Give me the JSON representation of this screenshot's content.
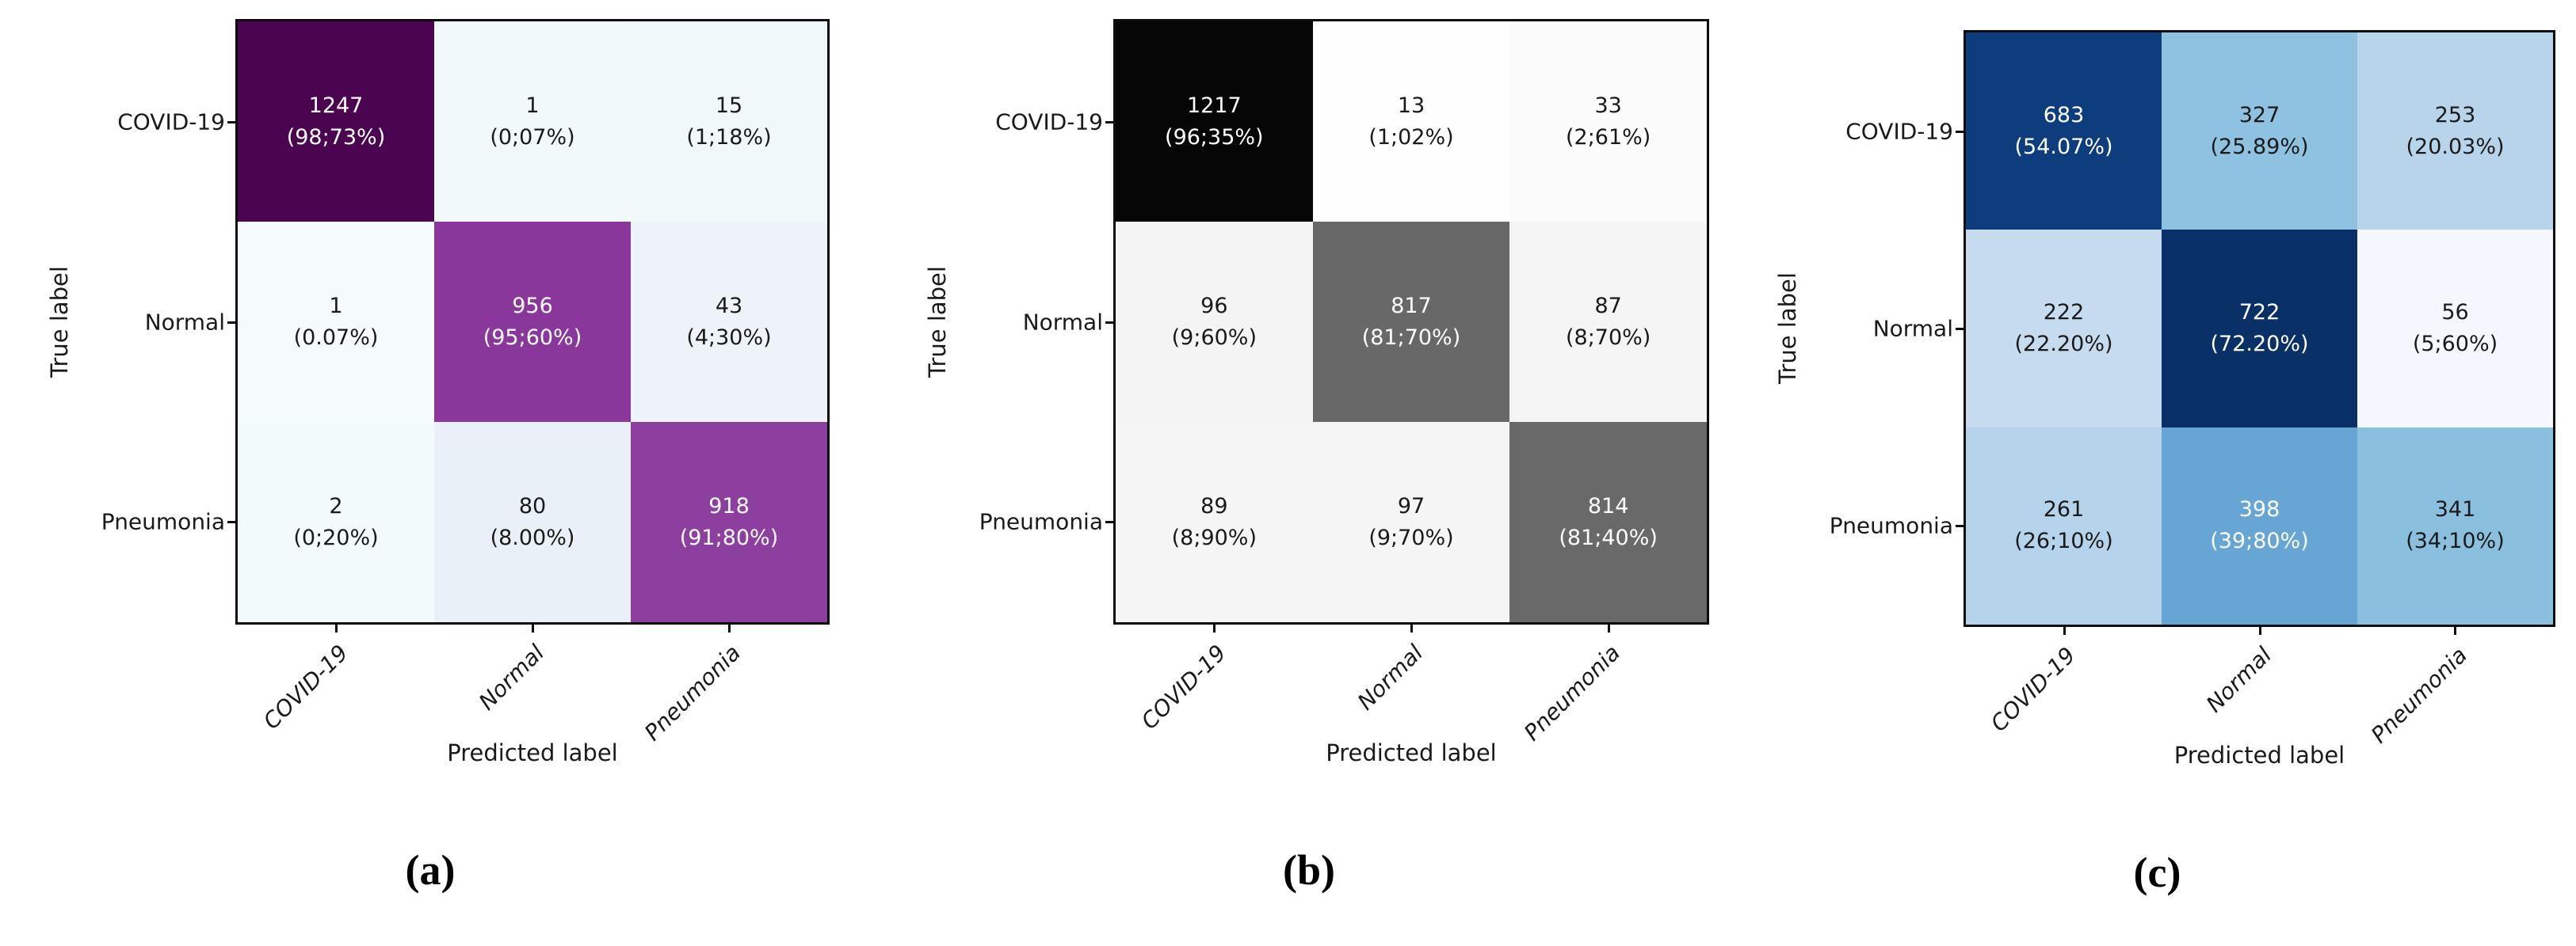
{
  "page": {
    "background": "#ffffff",
    "text_color": "#1a1a1a"
  },
  "chart_data": [
    {
      "type": "heatmap",
      "caption": "(a)",
      "colormap": "purple (BuPu)",
      "xlabel": "Predicted label",
      "ylabel": "True label",
      "x_categories": [
        "COVID-19",
        "Normal",
        "Pneumonia"
      ],
      "y_categories": [
        "COVID-19",
        "Normal",
        "Pneumonia"
      ],
      "rows": [
        {
          "label": "COVID-19",
          "cells": [
            {
              "count": "1247",
              "pct": "(98;73%)",
              "bg": "#4a0450",
              "fg": "#ffffff"
            },
            {
              "count": "1",
              "pct": "(0;07%)",
              "bg": "#f2f9fb",
              "fg": "#1a1a1a"
            },
            {
              "count": "15",
              "pct": "(1;18%)",
              "bg": "#f0f8fa",
              "fg": "#1a1a1a"
            }
          ]
        },
        {
          "label": "Normal",
          "cells": [
            {
              "count": "1",
              "pct": "(0.07%)",
              "bg": "#f5fafc",
              "fg": "#1a1a1a"
            },
            {
              "count": "956",
              "pct": "(95;60%)",
              "bg": "#89379b",
              "fg": "#ffffff"
            },
            {
              "count": "43",
              "pct": "(4;30%)",
              "bg": "#edf3f8",
              "fg": "#1a1a1a"
            }
          ]
        },
        {
          "label": "Pneumonia",
          "cells": [
            {
              "count": "2",
              "pct": "(0;20%)",
              "bg": "#f3fafb",
              "fg": "#1a1a1a"
            },
            {
              "count": "80",
              "pct": "(8.00%)",
              "bg": "#e9f0f8",
              "fg": "#1a1a1a"
            },
            {
              "count": "918",
              "pct": "(91;80%)",
              "bg": "#8d3fa0",
              "fg": "#ffffff"
            }
          ]
        }
      ]
    },
    {
      "type": "heatmap",
      "caption": "(b)",
      "colormap": "grayscale (Greys)",
      "xlabel": "Predicted label",
      "ylabel": "True label",
      "x_categories": [
        "COVID-19",
        "Normal",
        "Pneumonia"
      ],
      "y_categories": [
        "COVID-19",
        "Normal",
        "Pneumonia"
      ],
      "rows": [
        {
          "label": "COVID-19",
          "cells": [
            {
              "count": "1217",
              "pct": "(96;35%)",
              "bg": "#060606",
              "fg": "#ffffff"
            },
            {
              "count": "13",
              "pct": "(1;02%)",
              "bg": "#fefefe",
              "fg": "#1a1a1a"
            },
            {
              "count": "33",
              "pct": "(2;61%)",
              "bg": "#fbfbfb",
              "fg": "#1a1a1a"
            }
          ]
        },
        {
          "label": "Normal",
          "cells": [
            {
              "count": "96",
              "pct": "(9;60%)",
              "bg": "#f4f4f4",
              "fg": "#1a1a1a"
            },
            {
              "count": "817",
              "pct": "(81;70%)",
              "bg": "#686868",
              "fg": "#ffffff"
            },
            {
              "count": "87",
              "pct": "(8;70%)",
              "bg": "#f5f5f5",
              "fg": "#1a1a1a"
            }
          ]
        },
        {
          "label": "Pneumonia",
          "cells": [
            {
              "count": "89",
              "pct": "(8;90%)",
              "bg": "#f5f5f5",
              "fg": "#1a1a1a"
            },
            {
              "count": "97",
              "pct": "(9;70%)",
              "bg": "#f5f5f5",
              "fg": "#1a1a1a"
            },
            {
              "count": "814",
              "pct": "(81;40%)",
              "bg": "#696969",
              "fg": "#ffffff"
            }
          ]
        }
      ]
    },
    {
      "type": "heatmap",
      "caption": "(c)",
      "colormap": "blue (Blues)",
      "xlabel": "Predicted label",
      "ylabel": "True label",
      "x_categories": [
        "COVID-19",
        "Normal",
        "Pneumonia"
      ],
      "y_categories": [
        "COVID-19",
        "Normal",
        "Pneumonia"
      ],
      "rows": [
        {
          "label": "COVID-19",
          "cells": [
            {
              "count": "683",
              "pct": "(54.07%)",
              "bg": "#0d3d7c",
              "fg": "#ffffff"
            },
            {
              "count": "327",
              "pct": "(25.89%)",
              "bg": "#8fc1e0",
              "fg": "#1a1a1a"
            },
            {
              "count": "253",
              "pct": "(20.03%)",
              "bg": "#b7d4ea",
              "fg": "#1a1a1a"
            }
          ]
        },
        {
          "label": "Normal",
          "cells": [
            {
              "count": "222",
              "pct": "(22.20%)",
              "bg": "#c6dbee",
              "fg": "#1a1a1a"
            },
            {
              "count": "722",
              "pct": "(72.20%)",
              "bg": "#0a3068",
              "fg": "#ffffff"
            },
            {
              "count": "56",
              "pct": "(5;60%)",
              "bg": "#f4f8fe",
              "fg": "#1a1a1a"
            }
          ]
        },
        {
          "label": "Pneumonia",
          "cells": [
            {
              "count": "261",
              "pct": "(26;10%)",
              "bg": "#b5d3ea",
              "fg": "#1a1a1a"
            },
            {
              "count": "398",
              "pct": "(39;80%)",
              "bg": "#66a5d4",
              "fg": "#ffffff"
            },
            {
              "count": "341",
              "pct": "(34;10%)",
              "bg": "#8bbfde",
              "fg": "#1a1a1a"
            }
          ]
        }
      ]
    }
  ]
}
